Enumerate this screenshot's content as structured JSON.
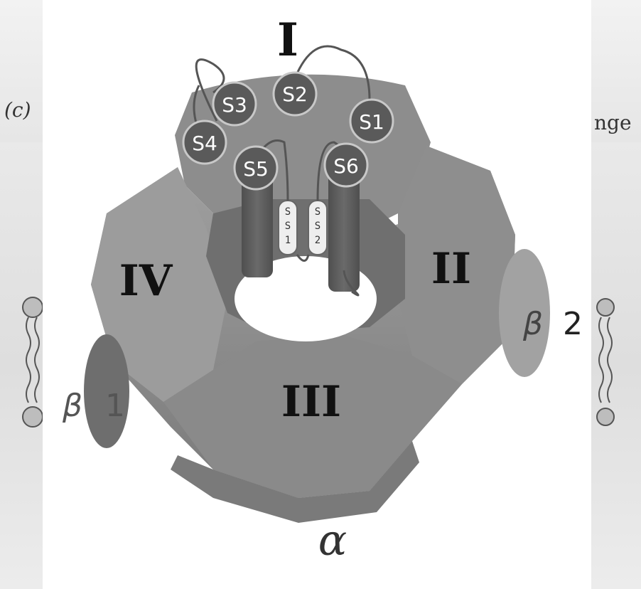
{
  "background": {
    "left_fragment": "(c)",
    "right_fragment": "nge"
  },
  "diagram": {
    "domain_labels": {
      "top": "I",
      "right": "II",
      "bottom": "III",
      "left": "IV"
    },
    "segments": [
      "S1",
      "S2",
      "S3",
      "S4",
      "S5",
      "S6"
    ],
    "pore_loops": {
      "ss1": [
        "S",
        "S",
        "1"
      ],
      "ss2": [
        "S",
        "S",
        "2"
      ]
    },
    "beta1": {
      "greek": "β",
      "num": "1"
    },
    "beta2": {
      "greek": "β",
      "num": "2"
    },
    "alpha_label": "α",
    "colors": {
      "ring_light": "#9a9a9a",
      "ring_mid": "#8a8a8a",
      "ring_dark": "#6f6f6f",
      "helix": "#5d5d5d",
      "beta1": "#6e6e6e",
      "beta2": "#a2a2a2",
      "label": "#111111"
    }
  }
}
